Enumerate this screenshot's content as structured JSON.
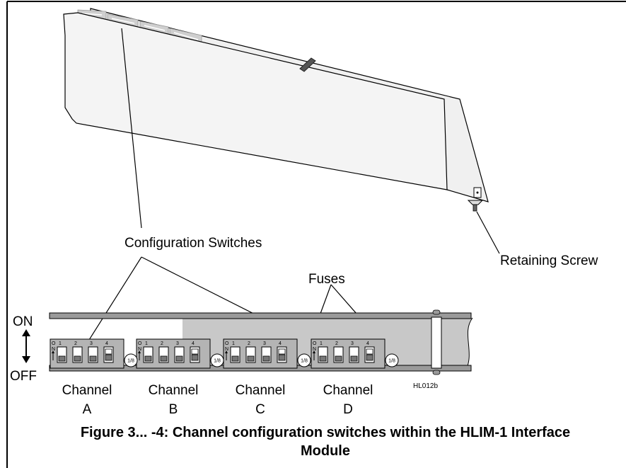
{
  "labels": {
    "config_switches": "Configuration Switches",
    "retaining_screw": "Retaining Screw",
    "fuses": "Fuses",
    "on": "ON",
    "off": "OFF",
    "drawing_ref": "HL012b"
  },
  "channels": [
    {
      "word": "Channel",
      "letter": "A"
    },
    {
      "word": "Channel",
      "letter": "B"
    },
    {
      "word": "Channel",
      "letter": "C"
    },
    {
      "word": "Channel",
      "letter": "D"
    }
  ],
  "switch_block": {
    "switch_numbers": [
      "1",
      "2",
      "3",
      "4"
    ],
    "on_glyph": "O",
    "n_glyph": "N"
  },
  "fuse_rating": "1/8",
  "caption": {
    "line1": "Figure 3...  -4:  Channel configuration switches within the HLIM-1 Interface",
    "line2": "Module"
  }
}
